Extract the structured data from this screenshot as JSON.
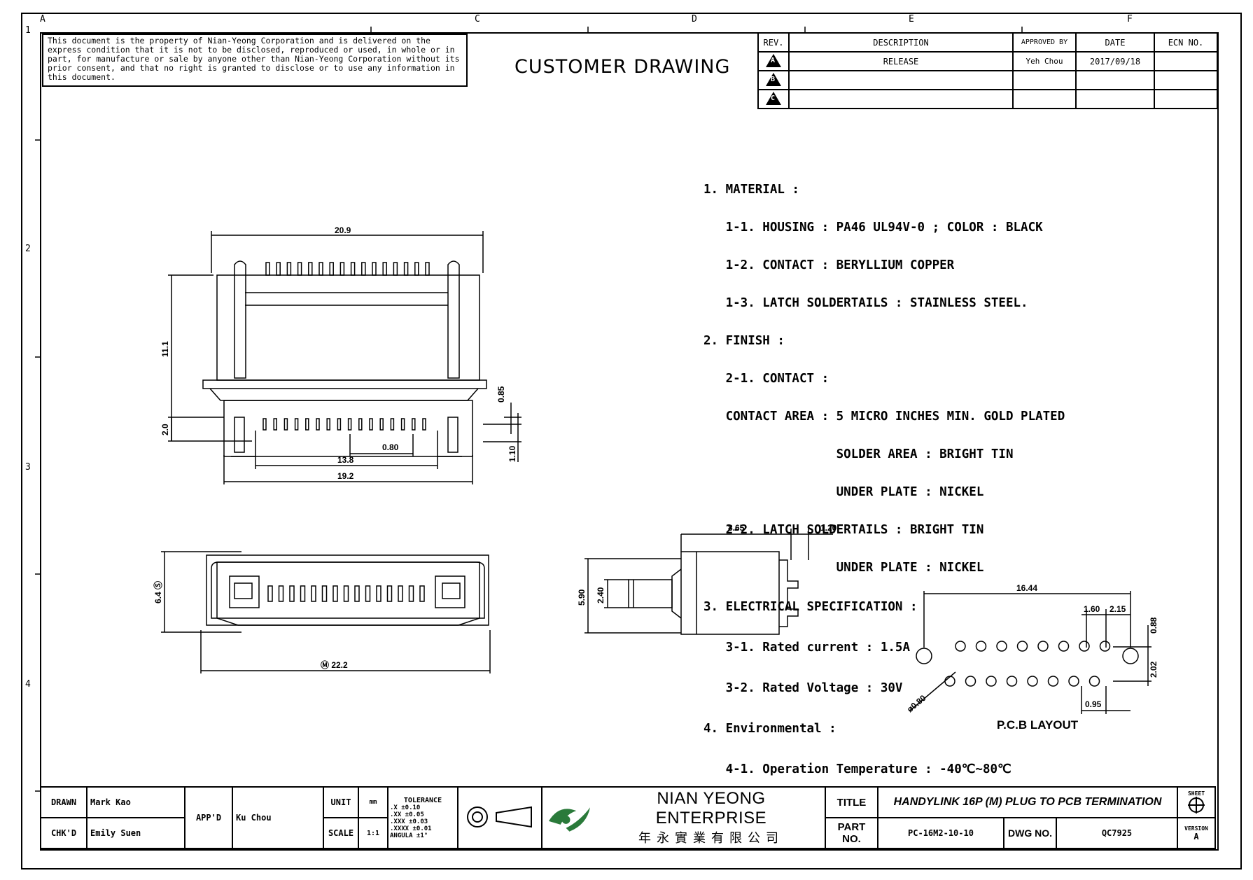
{
  "frame": {
    "columns": [
      "A",
      "C",
      "D",
      "E",
      "F"
    ],
    "rows": [
      "1",
      "2",
      "3",
      "4"
    ]
  },
  "notice_text": "This document is the property of Nian-Yeong Corporation and is delivered on the express condition that it is not to be disclosed, reproduced or used, in whole or in part, for manufacture or sale by anyone other than Nian-Yeong Corporation without its prior consent, and that no right is granted to disclose or to use any information in this document.",
  "drawing_title": "CUSTOMER DRAWING",
  "revision_table": {
    "headers": [
      "REV.",
      "DESCRIPTION",
      "APPROVED BY",
      "DATE",
      "ECN NO."
    ],
    "rows": [
      {
        "rev": "A",
        "description": "RELEASE",
        "approved_by": "Yeh Chou",
        "date": "2017/09/18",
        "ecn": ""
      },
      {
        "rev": "B",
        "description": "",
        "approved_by": "",
        "date": "",
        "ecn": ""
      },
      {
        "rev": "C",
        "description": "",
        "approved_by": "",
        "date": "",
        "ecn": ""
      }
    ]
  },
  "notes": [
    "1. MATERIAL :",
    "   1-1. HOUSING : PA46 UL94V-0 ; COLOR : BLACK",
    "   1-2. CONTACT : BERYLLIUM COPPER",
    "   1-3. LATCH SOLDERTAILS : STAINLESS STEEL.",
    "2. FINISH :",
    "   2-1. CONTACT :",
    "   CONTACT AREA : 5 MICRO INCHES MIN. GOLD PLATED",
    "                  SOLDER AREA : BRIGHT TIN",
    "                  UNDER PLATE : NICKEL",
    "   2-2. LATCH SOLDERTAILS : BRIGHT TIN",
    "                  UNDER PLATE : NICKEL",
    "3. ELECTRICAL SPECIFICATION :",
    "   3-1. Rated current : 1.5A",
    "   3-2. Rated Voltage : 30V",
    "4. Environmental :",
    "   4-1. Operation Temperature : -40℃~80℃"
  ],
  "dimensions": {
    "front_width": "20.9",
    "front_height": "11.1",
    "front_base": "2.0",
    "front_085": "0.85",
    "pitch": "0.80",
    "front_138": "13.8",
    "front_192": "19.2",
    "front_110": "1.10",
    "bottom_height": "6.4 Ⓢ",
    "bottom_width": "Ⓜ 22.2",
    "side_865": "8.65",
    "side_120": "1.20",
    "side_590": "5.90",
    "side_240": "2.40",
    "pcb_1644": "16.44",
    "pcb_160": "1.60",
    "pcb_215": "2.15",
    "pcb_088": "0.88",
    "pcb_202": "2.02",
    "pcb_095": "0.95",
    "pcb_hole": "ø0.80"
  },
  "pcb_caption": "P.C.B LAYOUT",
  "title_block": {
    "drawn_label": "DRAWN",
    "drawn_value": "Mark Kao",
    "chkd_label": "CHK'D",
    "chkd_value": "Emily Suen",
    "appd_label": "APP'D",
    "appd_value": "Ku Chou",
    "unit_label": "UNIT",
    "unit_value": "mm",
    "scale_label": "SCALE",
    "scale_value": "1:1",
    "tolerance_title": "TOLERANCE",
    "tolerance_rows": [
      ".X   ±0.10",
      ".XX  ±0.05",
      ".XXX ±0.03",
      ".XXXX ±0.01",
      "ANGULA  ±1°"
    ],
    "company_name": "NIAN YEONG ENTERPRISE",
    "company_cn": "年永實業有限公司",
    "title_label": "TITLE",
    "title_value": "HANDYLINK 16P (M) PLUG TO PCB TERMINATION",
    "part_label": "PART NO.",
    "part_value": "PC-16M2-10-10",
    "dwg_label": "DWG NO.",
    "dwg_value": "QC7925",
    "sheet_label": "SHEET",
    "version_label": "VERSION",
    "version_value": "A"
  }
}
